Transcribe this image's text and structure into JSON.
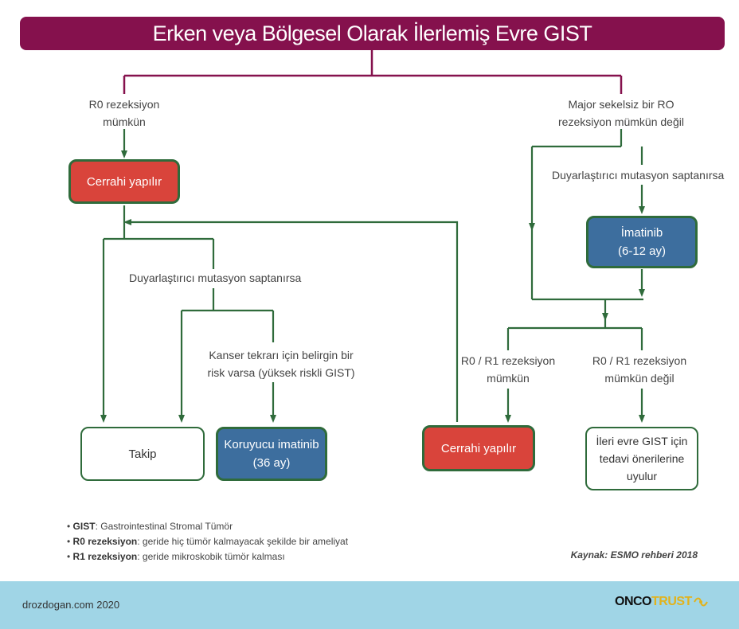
{
  "title": "Erken veya Bölgesel Olarak İlerlemiş Evre GIST",
  "labels": {
    "r0_possible": [
      "R0 rezeksiyon",
      "mümkün"
    ],
    "major_not_possible": [
      "Major sekelsiz bir RO",
      "rezeksiyon mümkün değil"
    ],
    "sensitizing_right": "Duyarlaştırıcı mutasyon saptanırsa",
    "sensitizing_left": "Duyarlaştırıcı mutasyon saptanırsa",
    "high_risk": [
      "Kanser tekrarı için belirgin bir",
      "risk varsa (yüksek riskli GIST)"
    ],
    "r0r1_possible": [
      "R0 / R1 rezeksiyon",
      "mümkün"
    ],
    "r0r1_not_possible": [
      "R0 / R1 rezeksiyon",
      "mümkün değil"
    ]
  },
  "boxes": {
    "surgery_top": "Cerrahi yapılır",
    "imatinib": [
      "İmatinib",
      "(6-12 ay)"
    ],
    "followup": "Takip",
    "adjuvant": [
      "Koruyucu imatinib",
      "(36 ay)"
    ],
    "surgery_bottom": "Cerrahi yapılır",
    "advanced": [
      "İleri evre GIST için",
      "tedavi önerilerine",
      "uyulur"
    ]
  },
  "notes": [
    {
      "term": "GIST",
      "text": ": Gastrointestinal Stromal Tümör"
    },
    {
      "term": "R0 rezeksiyon",
      "text": ": geride hiç tümör kalmayacak şekilde bir ameliyat"
    },
    {
      "term": "R1 rezeksiyon",
      "text": ": geride mikroskobik tümör kalması"
    }
  ],
  "source": "Kaynak: ESMO rehberi 2018",
  "footer": {
    "site": "drozdogan.com 2020",
    "logo_part1": "ONCO",
    "logo_part2": "TRUST"
  },
  "colors": {
    "title_bg": "#85114d",
    "connector_top": "#85114d",
    "connector": "#2f6b3b",
    "red_box": "#d9443b",
    "blue_box": "#3d6e9e",
    "footer_bg": "#a0d5e6"
  }
}
